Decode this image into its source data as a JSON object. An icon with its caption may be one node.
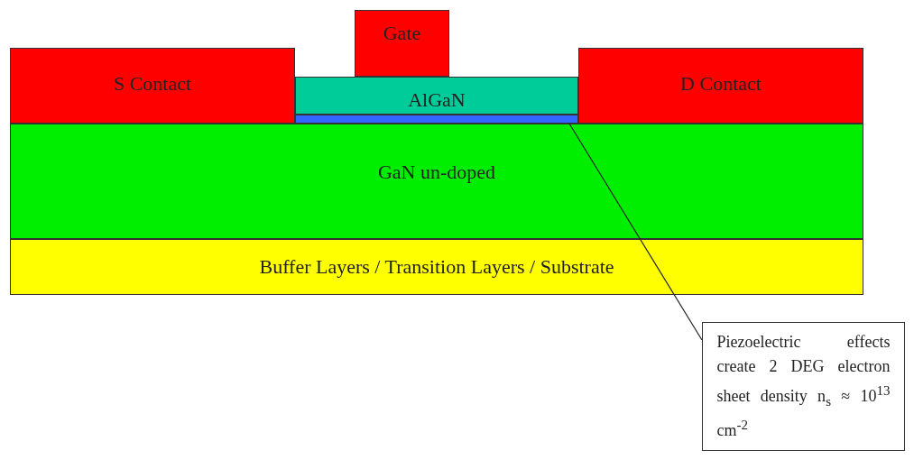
{
  "diagram": {
    "nodes": [
      {
        "text": [
          "S Contact"
        ]
      },
      {
        "text": [
          "Gate"
        ]
      },
      {
        "text": [
          "AlGaN"
        ]
      },
      {
        "text": [],
        "shape": "bar"
      },
      {
        "text": [
          "D Contact"
        ]
      },
      {
        "text": [
          "GaN un-doped"
        ]
      },
      {
        "text": [
          "Buffer Layers / Transition Layers / Substrate"
        ]
      },
      {
        "text": [
          "Piezoelectric effects create 2 DEG electron sheet density n$_{s}$ ≈ 10$^{13}$ cm$^{-2}$"
        ]
      }
    ],
    "edges": [
      {
        "from": 7,
        "to": 3,
        "arrow": "none"
      }
    ]
  }
}
